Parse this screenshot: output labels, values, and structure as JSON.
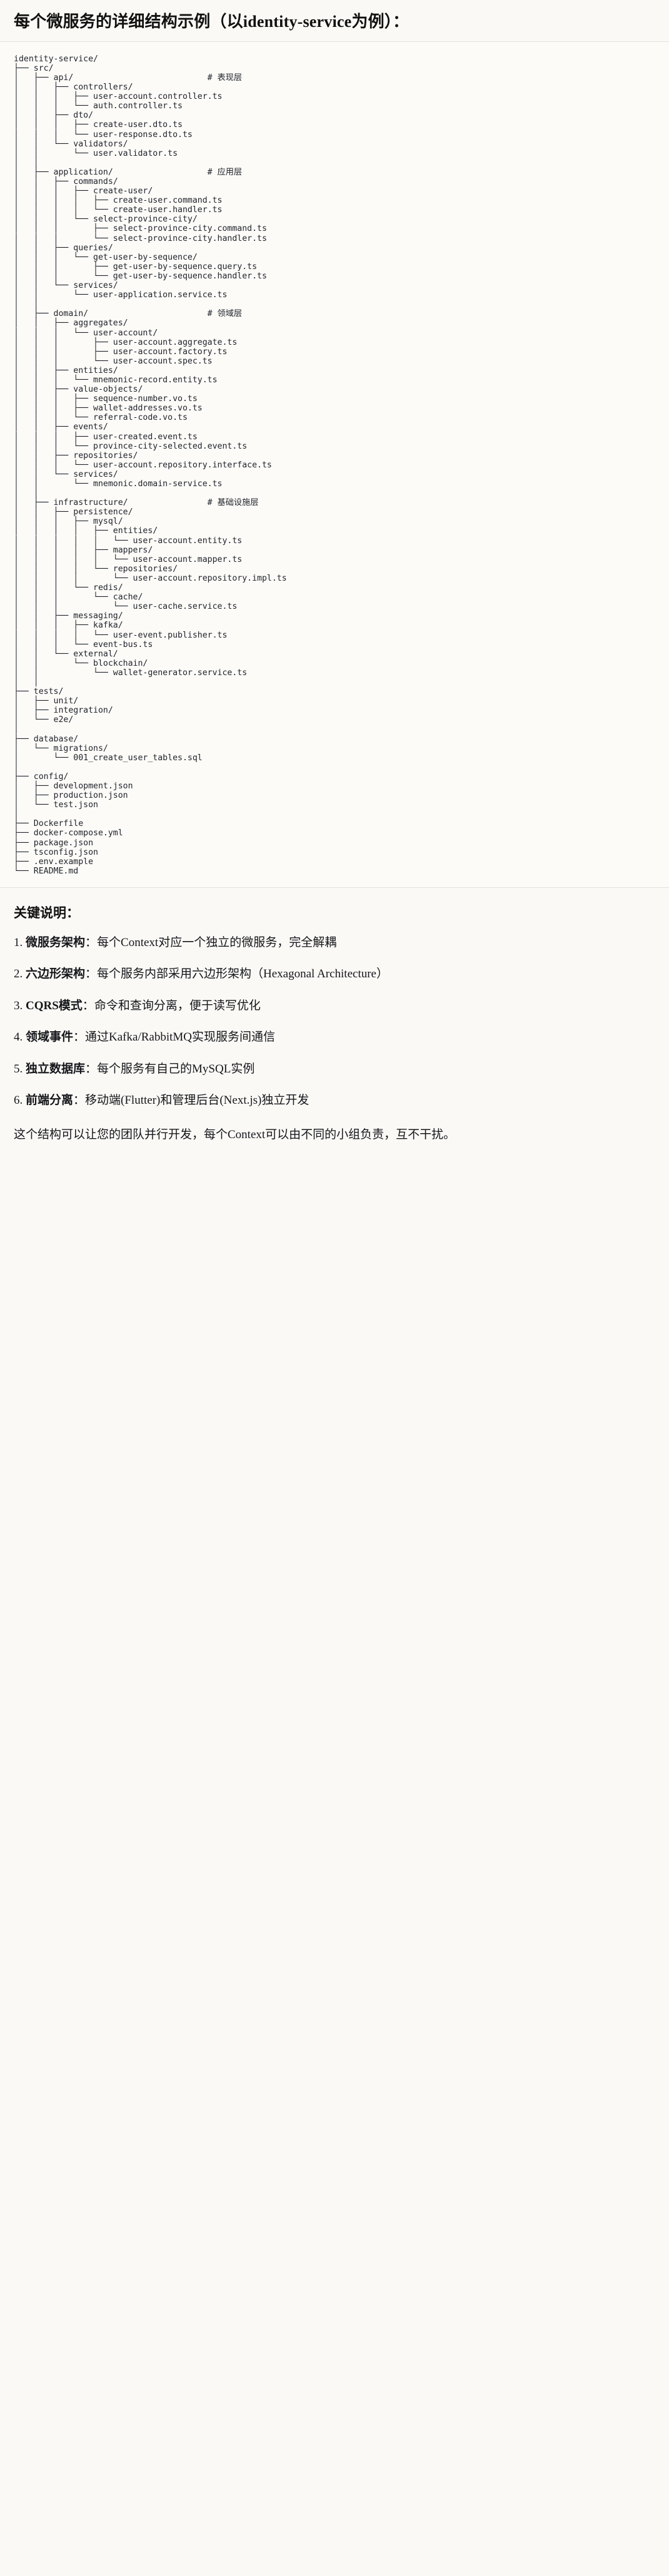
{
  "header": {
    "title": "每个微服务的详细结构示例（以identity-service为例）："
  },
  "tree": {
    "text": "identity-service/\n├── src/\n│   ├── api/                           # 表现层\n│   │   ├── controllers/\n│   │   │   ├── user-account.controller.ts\n│   │   │   └── auth.controller.ts\n│   │   ├── dto/\n│   │   │   ├── create-user.dto.ts\n│   │   │   └── user-response.dto.ts\n│   │   └── validators/\n│   │       └── user.validator.ts\n│   │\n│   ├── application/                   # 应用层\n│   │   ├── commands/\n│   │   │   ├── create-user/\n│   │   │   │   ├── create-user.command.ts\n│   │   │   │   └── create-user.handler.ts\n│   │   │   └── select-province-city/\n│   │   │       ├── select-province-city.command.ts\n│   │   │       └── select-province-city.handler.ts\n│   │   ├── queries/\n│   │   │   └── get-user-by-sequence/\n│   │   │       ├── get-user-by-sequence.query.ts\n│   │   │       └── get-user-by-sequence.handler.ts\n│   │   └── services/\n│   │       └── user-application.service.ts\n│   │\n│   ├── domain/                        # 领域层\n│   │   ├── aggregates/\n│   │   │   └── user-account/\n│   │   │       ├── user-account.aggregate.ts\n│   │   │       ├── user-account.factory.ts\n│   │   │       └── user-account.spec.ts\n│   │   ├── entities/\n│   │   │   └── mnemonic-record.entity.ts\n│   │   ├── value-objects/\n│   │   │   ├── sequence-number.vo.ts\n│   │   │   ├── wallet-addresses.vo.ts\n│   │   │   └── referral-code.vo.ts\n│   │   ├── events/\n│   │   │   ├── user-created.event.ts\n│   │   │   └── province-city-selected.event.ts\n│   │   ├── repositories/\n│   │   │   └── user-account.repository.interface.ts\n│   │   └── services/\n│   │       └── mnemonic.domain-service.ts\n│   │\n│   ├── infrastructure/                # 基础设施层\n│   │   ├── persistence/\n│   │   │   ├── mysql/\n│   │   │   │   ├── entities/\n│   │   │   │   │   └── user-account.entity.ts\n│   │   │   │   ├── mappers/\n│   │   │   │   │   └── user-account.mapper.ts\n│   │   │   │   └── repositories/\n│   │   │   │       └── user-account.repository.impl.ts\n│   │   │   └── redis/\n│   │   │       └── cache/\n│   │   │           └── user-cache.service.ts\n│   │   ├── messaging/\n│   │   │   ├── kafka/\n│   │   │   │   └── user-event.publisher.ts\n│   │   │   └── event-bus.ts\n│   │   └── external/\n│   │       └── blockchain/\n│   │           └── wallet-generator.service.ts\n│   │\n├── tests/\n│   ├── unit/\n│   ├── integration/\n│   └── e2e/\n│\n├── database/\n│   └── migrations/\n│       └── 001_create_user_tables.sql\n│\n├── config/\n│   ├── development.json\n│   ├── production.json\n│   └── test.json\n│\n├── Dockerfile\n├── docker-compose.yml\n├── package.json\n├── tsconfig.json\n├── .env.example\n└── README.md",
    "root": "identity-service/",
    "layer_comments": [
      "# 表现层",
      "# 应用层",
      "# 领域层",
      "# 基础设施层"
    ]
  },
  "notes": {
    "title": "关键说明：",
    "items": [
      {
        "num": "1.",
        "lead": "微服务架构",
        "sep": "：",
        "body": "每个Context对应一个独立的微服务，完全解耦"
      },
      {
        "num": "2.",
        "lead": "六边形架构",
        "sep": "：",
        "body": "每个服务内部采用六边形架构（Hexagonal Architecture）"
      },
      {
        "num": "3.",
        "lead": "CQRS模式",
        "sep": "：",
        "body": "命令和查询分离，便于读写优化"
      },
      {
        "num": "4.",
        "lead": "领域事件",
        "sep": "：",
        "body": "通过Kafka/RabbitMQ实现服务间通信"
      },
      {
        "num": "5.",
        "lead": "独立数据库",
        "sep": "：",
        "body": "每个服务有自己的MySQL实例"
      },
      {
        "num": "6.",
        "lead": "前端分离",
        "sep": "：",
        "body": "移动端(Flutter)和管理后台(Next.js)独立开发"
      }
    ],
    "closing": "这个结构可以让您的团队并行开发，每个Context可以由不同的小组负责，互不干扰。"
  },
  "colors": {
    "page_bg": "#faf9f6",
    "code_bg": "#fcfbf8",
    "text": "#15161a",
    "rule": "#e3e1dc"
  }
}
